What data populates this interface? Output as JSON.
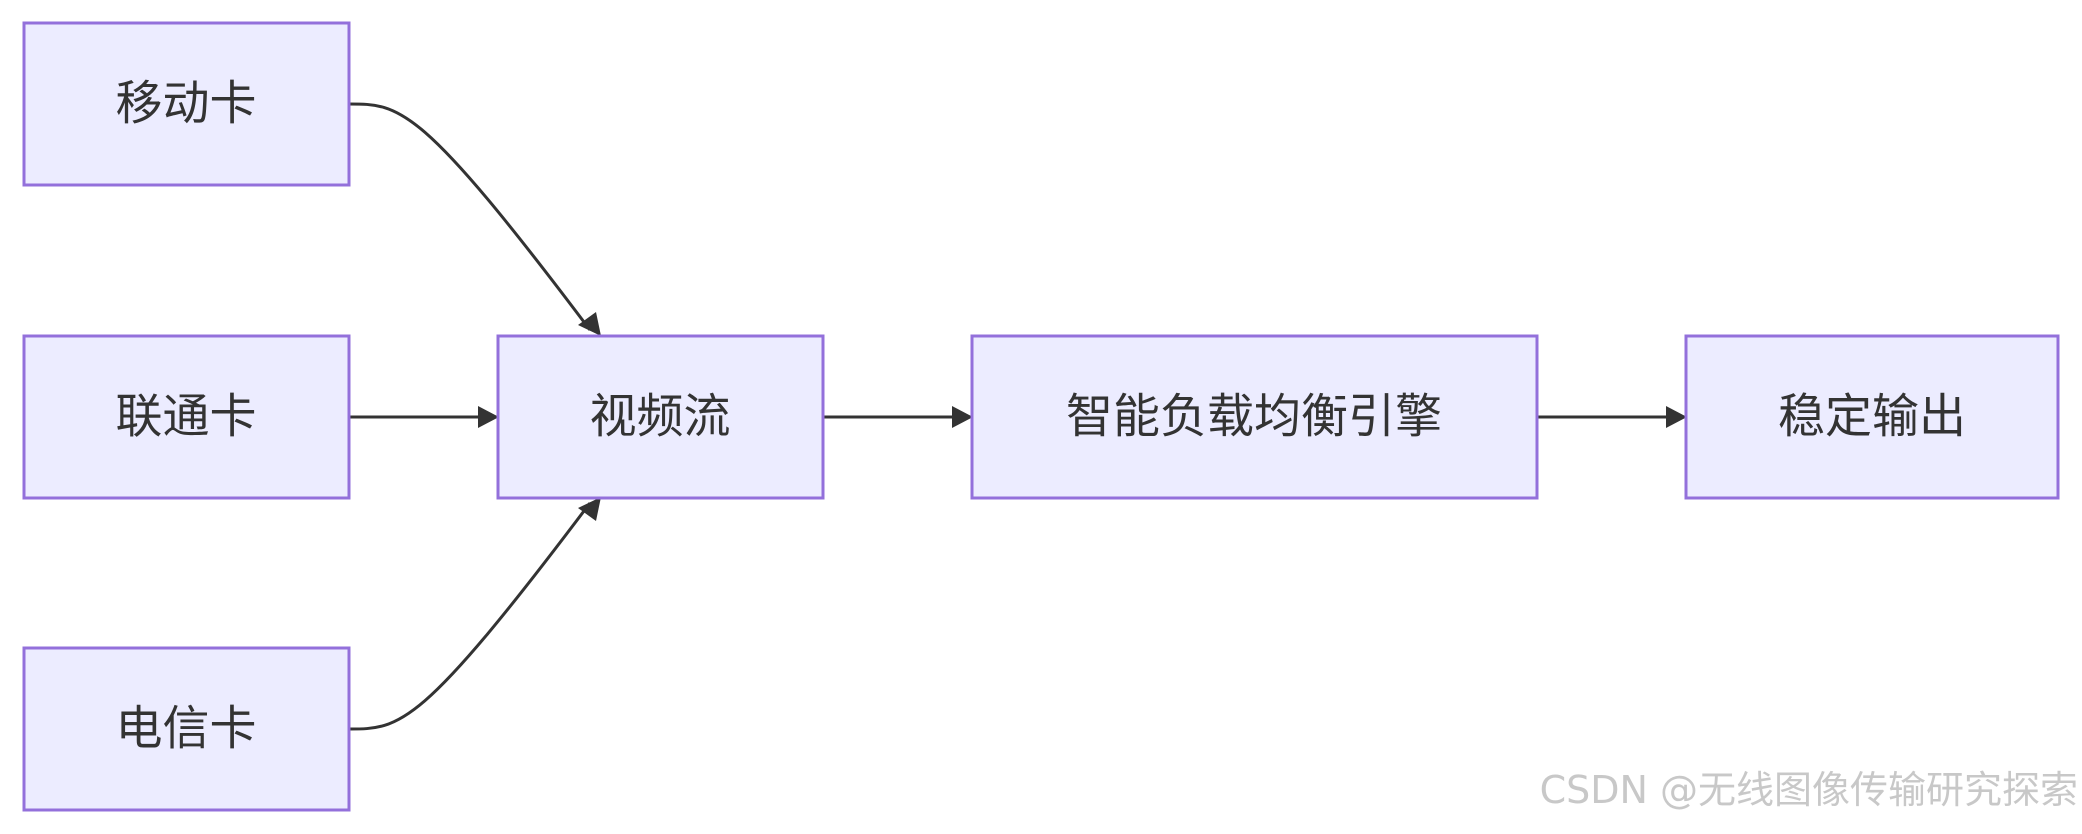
{
  "nodes": {
    "mobile_card": "移动卡",
    "unicom_card": "联通卡",
    "telecom_card": "电信卡",
    "video_stream": "视频流",
    "load_balancer": "智能负载均衡引擎",
    "stable_output": "稳定输出"
  },
  "edges": [
    {
      "from": "mobile_card",
      "to": "video_stream"
    },
    {
      "from": "unicom_card",
      "to": "video_stream"
    },
    {
      "from": "telecom_card",
      "to": "video_stream"
    },
    {
      "from": "video_stream",
      "to": "load_balancer"
    },
    {
      "from": "load_balancer",
      "to": "stable_output"
    }
  ],
  "watermark": "CSDN @无线图像传输研究探索",
  "colors": {
    "node_fill": "#ececff",
    "node_border": "#9370db",
    "edge": "#333333",
    "text": "#333333",
    "watermark": "#c8c8c8"
  }
}
